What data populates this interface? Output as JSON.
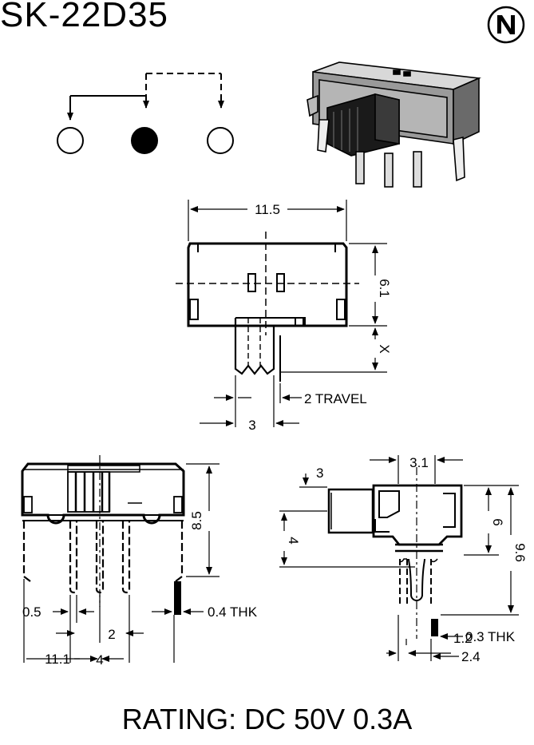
{
  "title": "SK-22D35",
  "logo_letter": "N",
  "rating": "RATING: DC 50V 0.3A",
  "top_view": {
    "width": "11.5",
    "height": "6.1",
    "x_label": "X",
    "travel": "2 TRAVEL",
    "pitch": "3"
  },
  "front_view": {
    "height": "8.5",
    "pin_width": "0.5",
    "thickness": "0.4 THK",
    "pin_pitch": "2",
    "pin_span": "4",
    "offset": "11.1"
  },
  "side_view": {
    "top": "3.1",
    "actuator_top": "3",
    "body_height": "6",
    "total_height": "9.6",
    "actuator_height": "4",
    "thickness": "0.3 THK",
    "pin_offset_1": "1.2",
    "pin_offset_2": "2.4"
  }
}
